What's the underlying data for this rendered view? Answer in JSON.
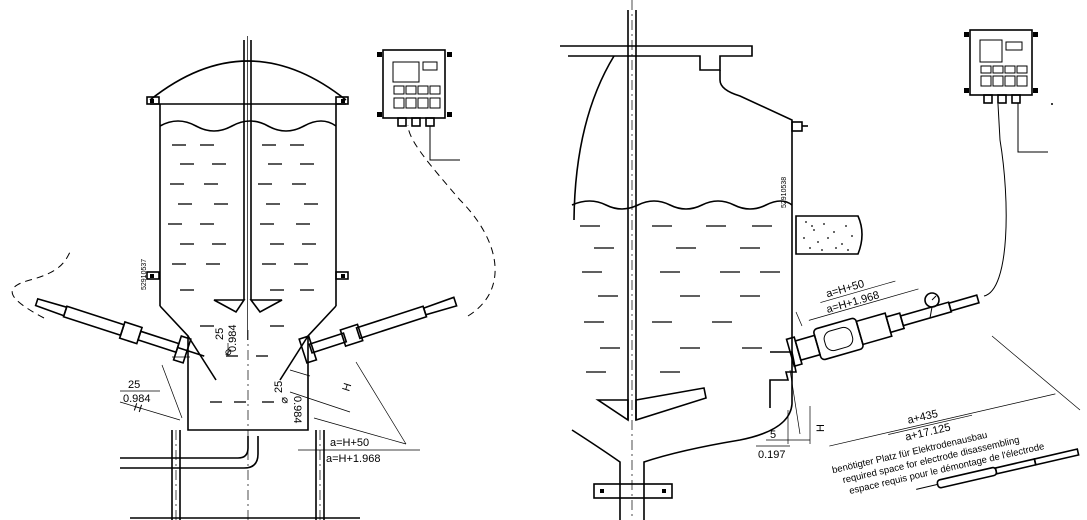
{
  "left": {
    "part_number": "52910537",
    "dimensions": {
      "depth_mm": "25",
      "depth_in": "0.984",
      "bottom_depth_mm": "25",
      "bottom_depth_in": "0.984",
      "diameter_mm": "25",
      "diameter_in": "0.984",
      "height_label": "H",
      "height_label_right": "H",
      "a_mm": "a=H+50",
      "a_in": "a=H+1.968"
    }
  },
  "right": {
    "part_number": "52910538",
    "dimensions": {
      "a_mm": "a=H+50",
      "a_in": "a=H+1.968",
      "gap_mm": "5",
      "gap_in": "0.197",
      "height_label": "H",
      "space_mm": "a+435",
      "space_in": "a+17.125"
    },
    "notes": {
      "de": "benötigter Platz für Elektrodenausbau",
      "en": "required space for electrode disassembling",
      "fr": "espace requis pour le démontage de l'électrode"
    }
  }
}
